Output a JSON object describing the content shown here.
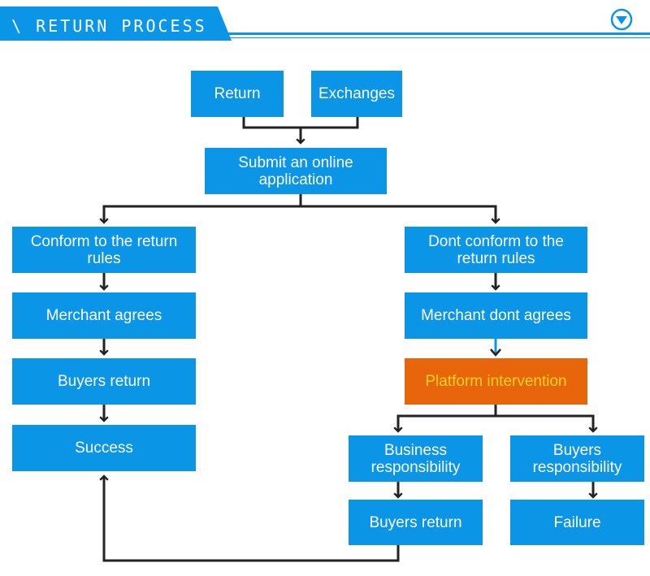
{
  "header": {
    "title": "\\ RETURN PROCESS"
  },
  "colors": {
    "box_blue": "#0b95e6",
    "box_orange": "#e8650c",
    "orange_text": "#ffd31a",
    "connector": "#222222"
  },
  "icons": {
    "header_toggle": "chevron-down-circle-icon"
  },
  "nodes": {
    "return": "Return",
    "exchanges": "Exchanges",
    "submit": "Submit an online application",
    "conform": "Conform to the return rules",
    "merchant_agrees": "Merchant agrees",
    "buyers_return_left": "Buyers return",
    "success": "Success",
    "dont_conform": "Dont conform to the return rules",
    "merchant_dont_agrees": "Merchant dont agrees",
    "platform": "Platform intervention",
    "business_resp": "Business responsibility",
    "buyers_resp": "Buyers responsibility",
    "buyers_return_right": "Buyers return",
    "failure": "Failure"
  }
}
